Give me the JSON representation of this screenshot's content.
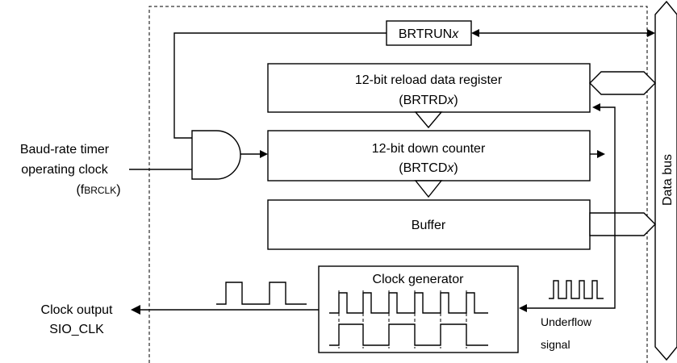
{
  "diagram": {
    "input_label": {
      "line1": "Baud-rate timer",
      "line2": "operating clock",
      "line3_main": "(f",
      "line3_sub": "BRCLK",
      "line3_end": ")"
    },
    "brtrun": {
      "text": "BRTRUN",
      "suffix": "x"
    },
    "reload_register": {
      "line1": "12-bit reload data register",
      "line2_start": "(BRTRD",
      "line2_suffix": "x",
      "line2_end": ")"
    },
    "down_counter": {
      "line1": "12-bit down counter",
      "line2_start": "(BRTCD",
      "line2_suffix": "x",
      "line2_end": ")"
    },
    "buffer": {
      "label": "Buffer"
    },
    "clock_generator": {
      "label": "Clock generator"
    },
    "data_bus": {
      "label": "Data bus"
    },
    "output_label": {
      "line1": "Clock output",
      "line2": "SIO_CLK"
    },
    "underflow_label": {
      "line1": "Underflow",
      "line2": "signal"
    }
  }
}
